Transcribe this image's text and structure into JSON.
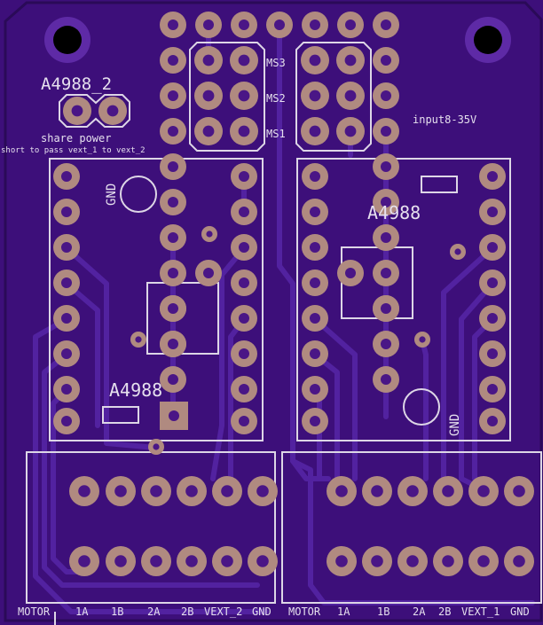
{
  "colors": {
    "board": "#3d0f7a",
    "board_edge": "#2a0a58",
    "trace": "#5222a0",
    "pad": "#b08a80",
    "hole": "#4a1686",
    "silk": "#ddd6e6",
    "mount_hole": "#000000"
  },
  "labels": {
    "a4988_2": "A4988_2",
    "share_power": "share power",
    "short_note": "short to pass vext_1 to vext_2",
    "ms3": "MS3",
    "ms2": "MS2",
    "ms1": "MS1",
    "input_voltage": "input8-35V",
    "left_driver": "A4988",
    "right_driver": "A4988",
    "left_gnd": "GND",
    "right_gnd": "GND"
  },
  "bottom_left_labels": [
    "MOTOR",
    "1A",
    "1B",
    "2A",
    "2B",
    "VEXT_2",
    "GND"
  ],
  "bottom_right_labels": [
    "MOTOR",
    "1A",
    "1B",
    "2A",
    "2B",
    "VEXT_1",
    "GND"
  ]
}
